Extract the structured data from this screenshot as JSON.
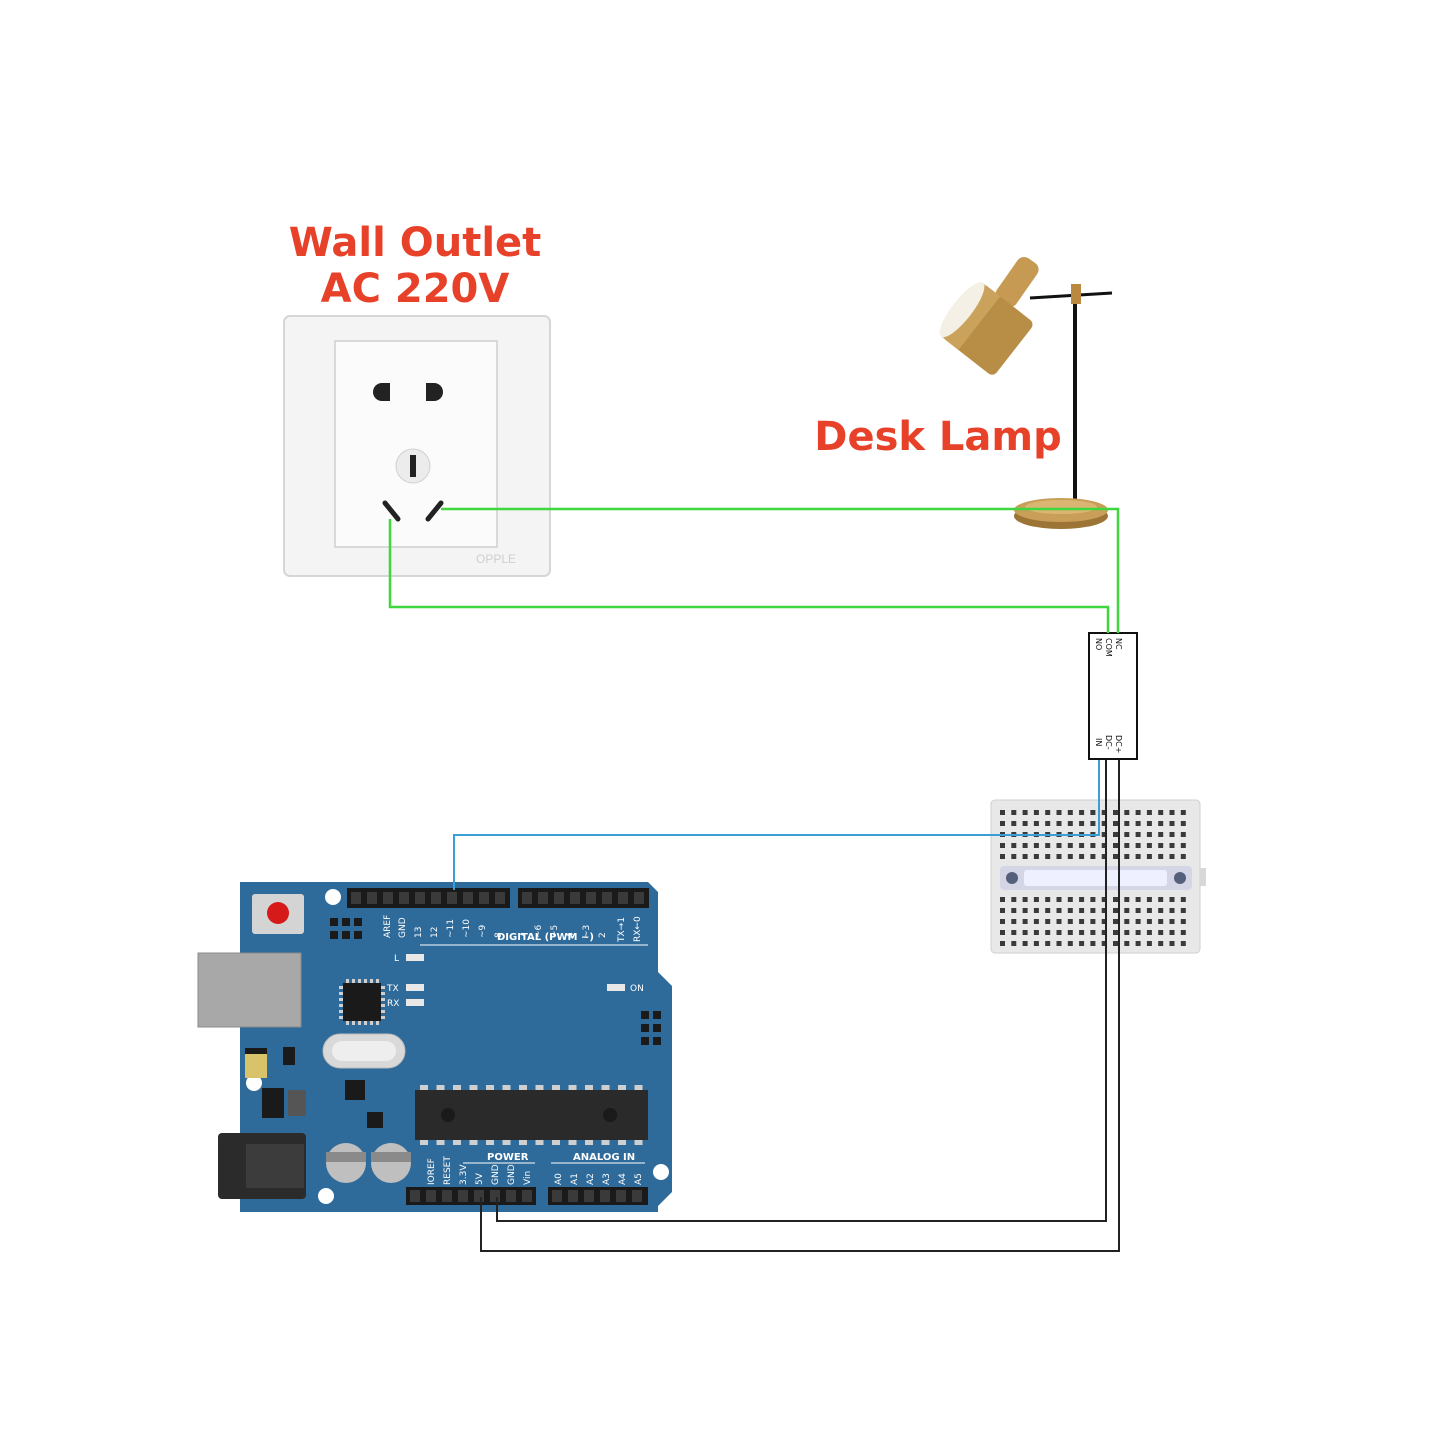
{
  "wall_outlet": {
    "title_line1": "Wall Outlet",
    "title_line2": "AC 220V",
    "brand": "OPPLE"
  },
  "desk_lamp": {
    "title": "Desk Lamp"
  },
  "relay": {
    "pins_top": [
      "NC",
      "COM",
      "NO"
    ],
    "pins_bottom": [
      "IN",
      "DC-",
      "DC+"
    ]
  },
  "arduino": {
    "digital_pins": [
      "AREF",
      "GND",
      "13",
      "12",
      "~11",
      "~10",
      "~9",
      "8",
      "7",
      "~6",
      "~5",
      "4",
      "~3",
      "2",
      "TX→1",
      "RX←0"
    ],
    "digital_header": "DIGITAL (PWM ~)",
    "led_labels": {
      "L": "L",
      "TX": "TX",
      "RX": "RX",
      "ON": "ON"
    },
    "power_header": "POWER",
    "power_pins": [
      "IOREF",
      "RESET",
      "3.3V",
      "5V",
      "GND",
      "GND",
      "Vin"
    ],
    "analog_header": "ANALOG IN",
    "analog_pins": [
      "A0",
      "A1",
      "A2",
      "A3",
      "A4",
      "A5"
    ]
  },
  "colors": {
    "label_red": "#e8412a",
    "wire_ac": "#3fd63f",
    "wire_signal": "#3a9fd6",
    "wire_power": "#222222",
    "board_blue": "#2e6a9a"
  }
}
